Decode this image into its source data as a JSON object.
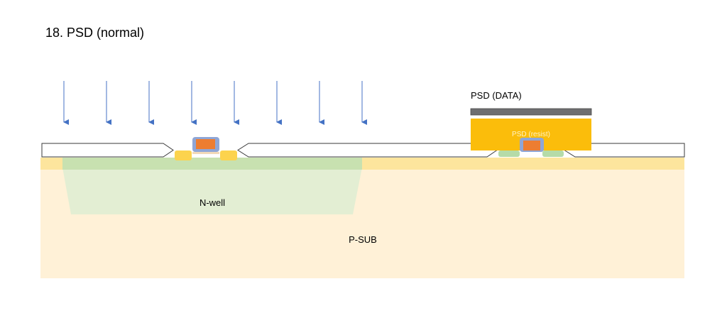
{
  "title": "18. PSD (normal)",
  "labels": {
    "psd_data": "PSD (DATA)",
    "psd_resist": "PSD (resist)",
    "n_well": "N-well",
    "p_sub": "P-SUB"
  },
  "colors": {
    "substrate": "#fff1d7",
    "surface_band": "#fde59d",
    "n_well_top": "#c8e1b0",
    "n_well_body": "#e3eed3",
    "oxide_fill": "#ffffff",
    "oxide_stroke": "#3a3a3a",
    "implant_arrow": "#4472c4",
    "mask_bar": "#6e6e70",
    "resist": "#fbbd0b",
    "gate_poly": "#ed7d31",
    "gate_spacer": "#8fa6d6",
    "source_drain": "#fcd34d",
    "ldd_green": "#b5dba8"
  },
  "implant_arrow_count": 8
}
